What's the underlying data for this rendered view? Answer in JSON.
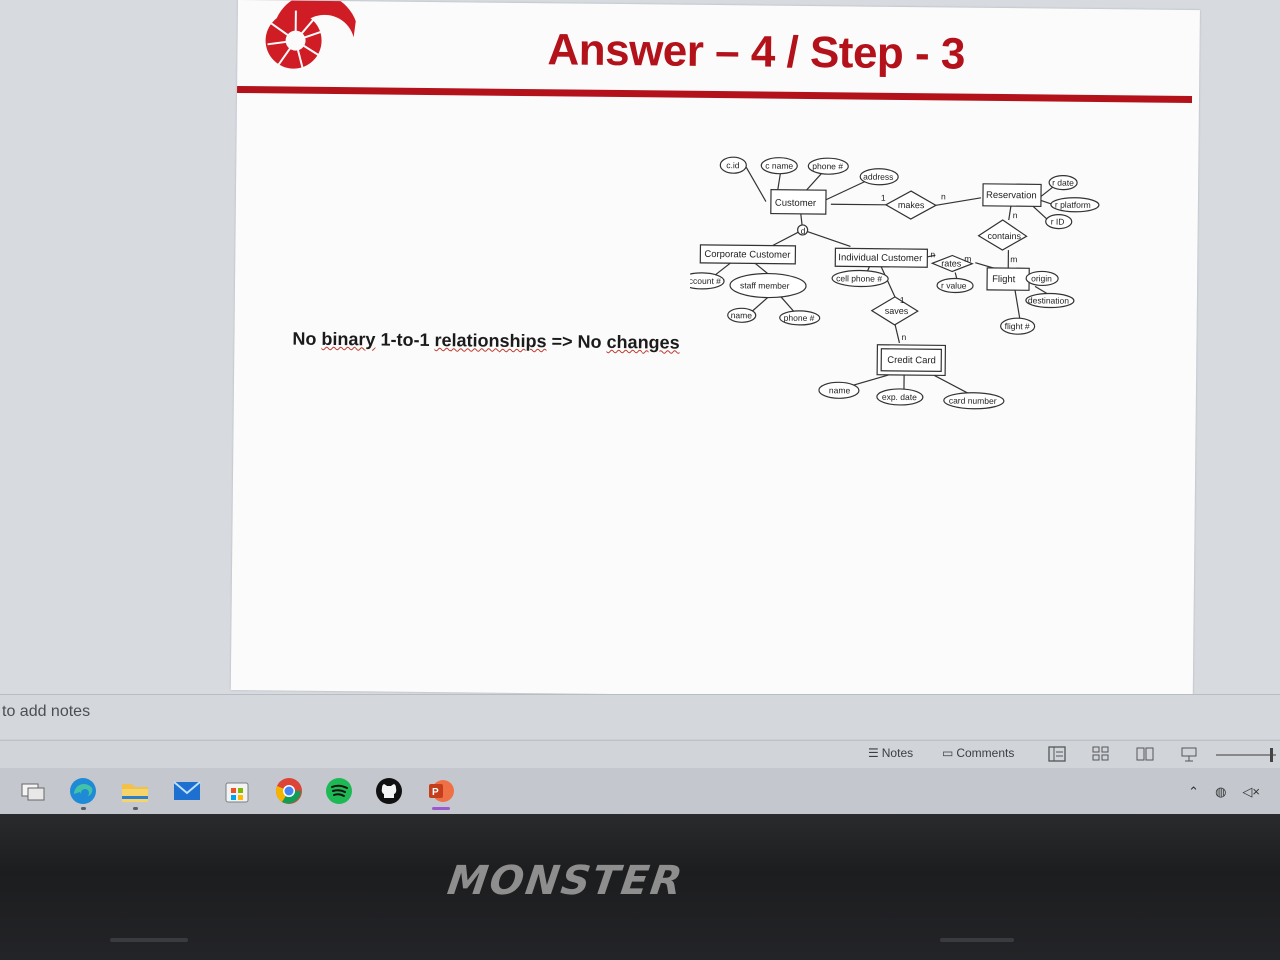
{
  "slide": {
    "title": "Answer – 4 / Step - 3",
    "body": {
      "no": "No",
      "binary": "binary",
      "mid": "1-to-1",
      "relationships": "relationships",
      "arrow": "=> No",
      "changes": "changes"
    },
    "erd": {
      "entities": [
        "Customer",
        "Reservation",
        "Corporate Customer",
        "Individual Customer",
        "Flight",
        "Credit Card"
      ],
      "relationships": [
        "makes",
        "contains",
        "rates",
        "saves"
      ],
      "attributes": [
        "c.id",
        "c name",
        "phone #",
        "address",
        "r date",
        "r platform",
        "r ID",
        "account #",
        "staff member",
        "name",
        "phone #",
        "cell phone #",
        "r value",
        "origin",
        "destination",
        "flight #",
        "name",
        "exp. date",
        "card number"
      ],
      "cardinalities": [
        "1",
        "n",
        "n",
        "m",
        "n",
        "m",
        "1",
        "n",
        "d"
      ]
    }
  },
  "notes": {
    "hint": "to add notes"
  },
  "status": {
    "notes_label": "Notes",
    "comments_label": "Comments"
  },
  "taskbar": {
    "apps": [
      "task-view",
      "edge",
      "file-explorer",
      "mail",
      "store",
      "chrome",
      "spotify",
      "github",
      "powerpoint"
    ]
  },
  "bezel": {
    "brand": "MONSTER"
  },
  "colors": {
    "accent": "#b3121b",
    "spotify": "#1db954",
    "powerpoint": "#d24726"
  }
}
